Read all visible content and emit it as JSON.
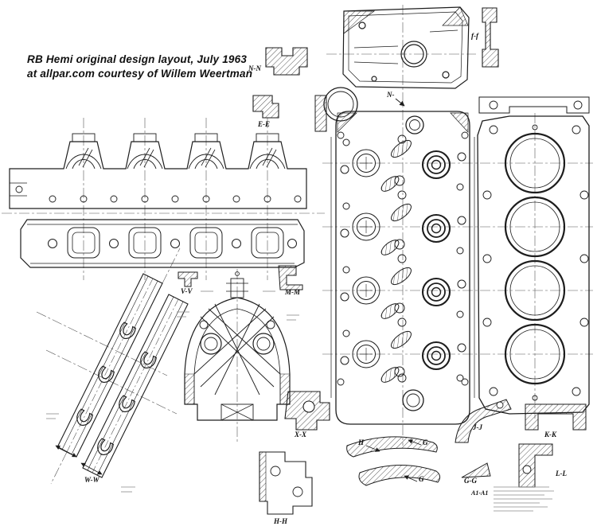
{
  "sheet": {
    "description": "RB Hemi V8 engine original design layout blueprint with multiple section views",
    "paper_color": "#ffffff",
    "ink_color": "#1d1d1d"
  },
  "title": {
    "line1": "RB Hemi original design layout, July 1963",
    "line2": "at allpar.com courtesy of Willem Weertman"
  },
  "section_labels": [
    {
      "id": "N-N",
      "text": "N-N"
    },
    {
      "id": "f-f",
      "text": "f-f"
    },
    {
      "id": "E-E",
      "text": "E-E"
    },
    {
      "id": "N",
      "text": "N-"
    },
    {
      "id": "V-V",
      "text": "V-V"
    },
    {
      "id": "M-M",
      "text": "M-M"
    },
    {
      "id": "X-X",
      "text": "X-X"
    },
    {
      "id": "W-W",
      "text": "W-W"
    },
    {
      "id": "H-H",
      "text": "H-H"
    },
    {
      "id": "H",
      "text": "H"
    },
    {
      "id": "G-upper",
      "text": "G"
    },
    {
      "id": "G-lower",
      "text": "G"
    },
    {
      "id": "J-J",
      "text": "J-J"
    },
    {
      "id": "K-K",
      "text": "K-K"
    },
    {
      "id": "L-L",
      "text": "L-L"
    },
    {
      "id": "G-G",
      "text": "G-G"
    },
    {
      "id": "A1-A1",
      "text": "A1-A1"
    }
  ]
}
